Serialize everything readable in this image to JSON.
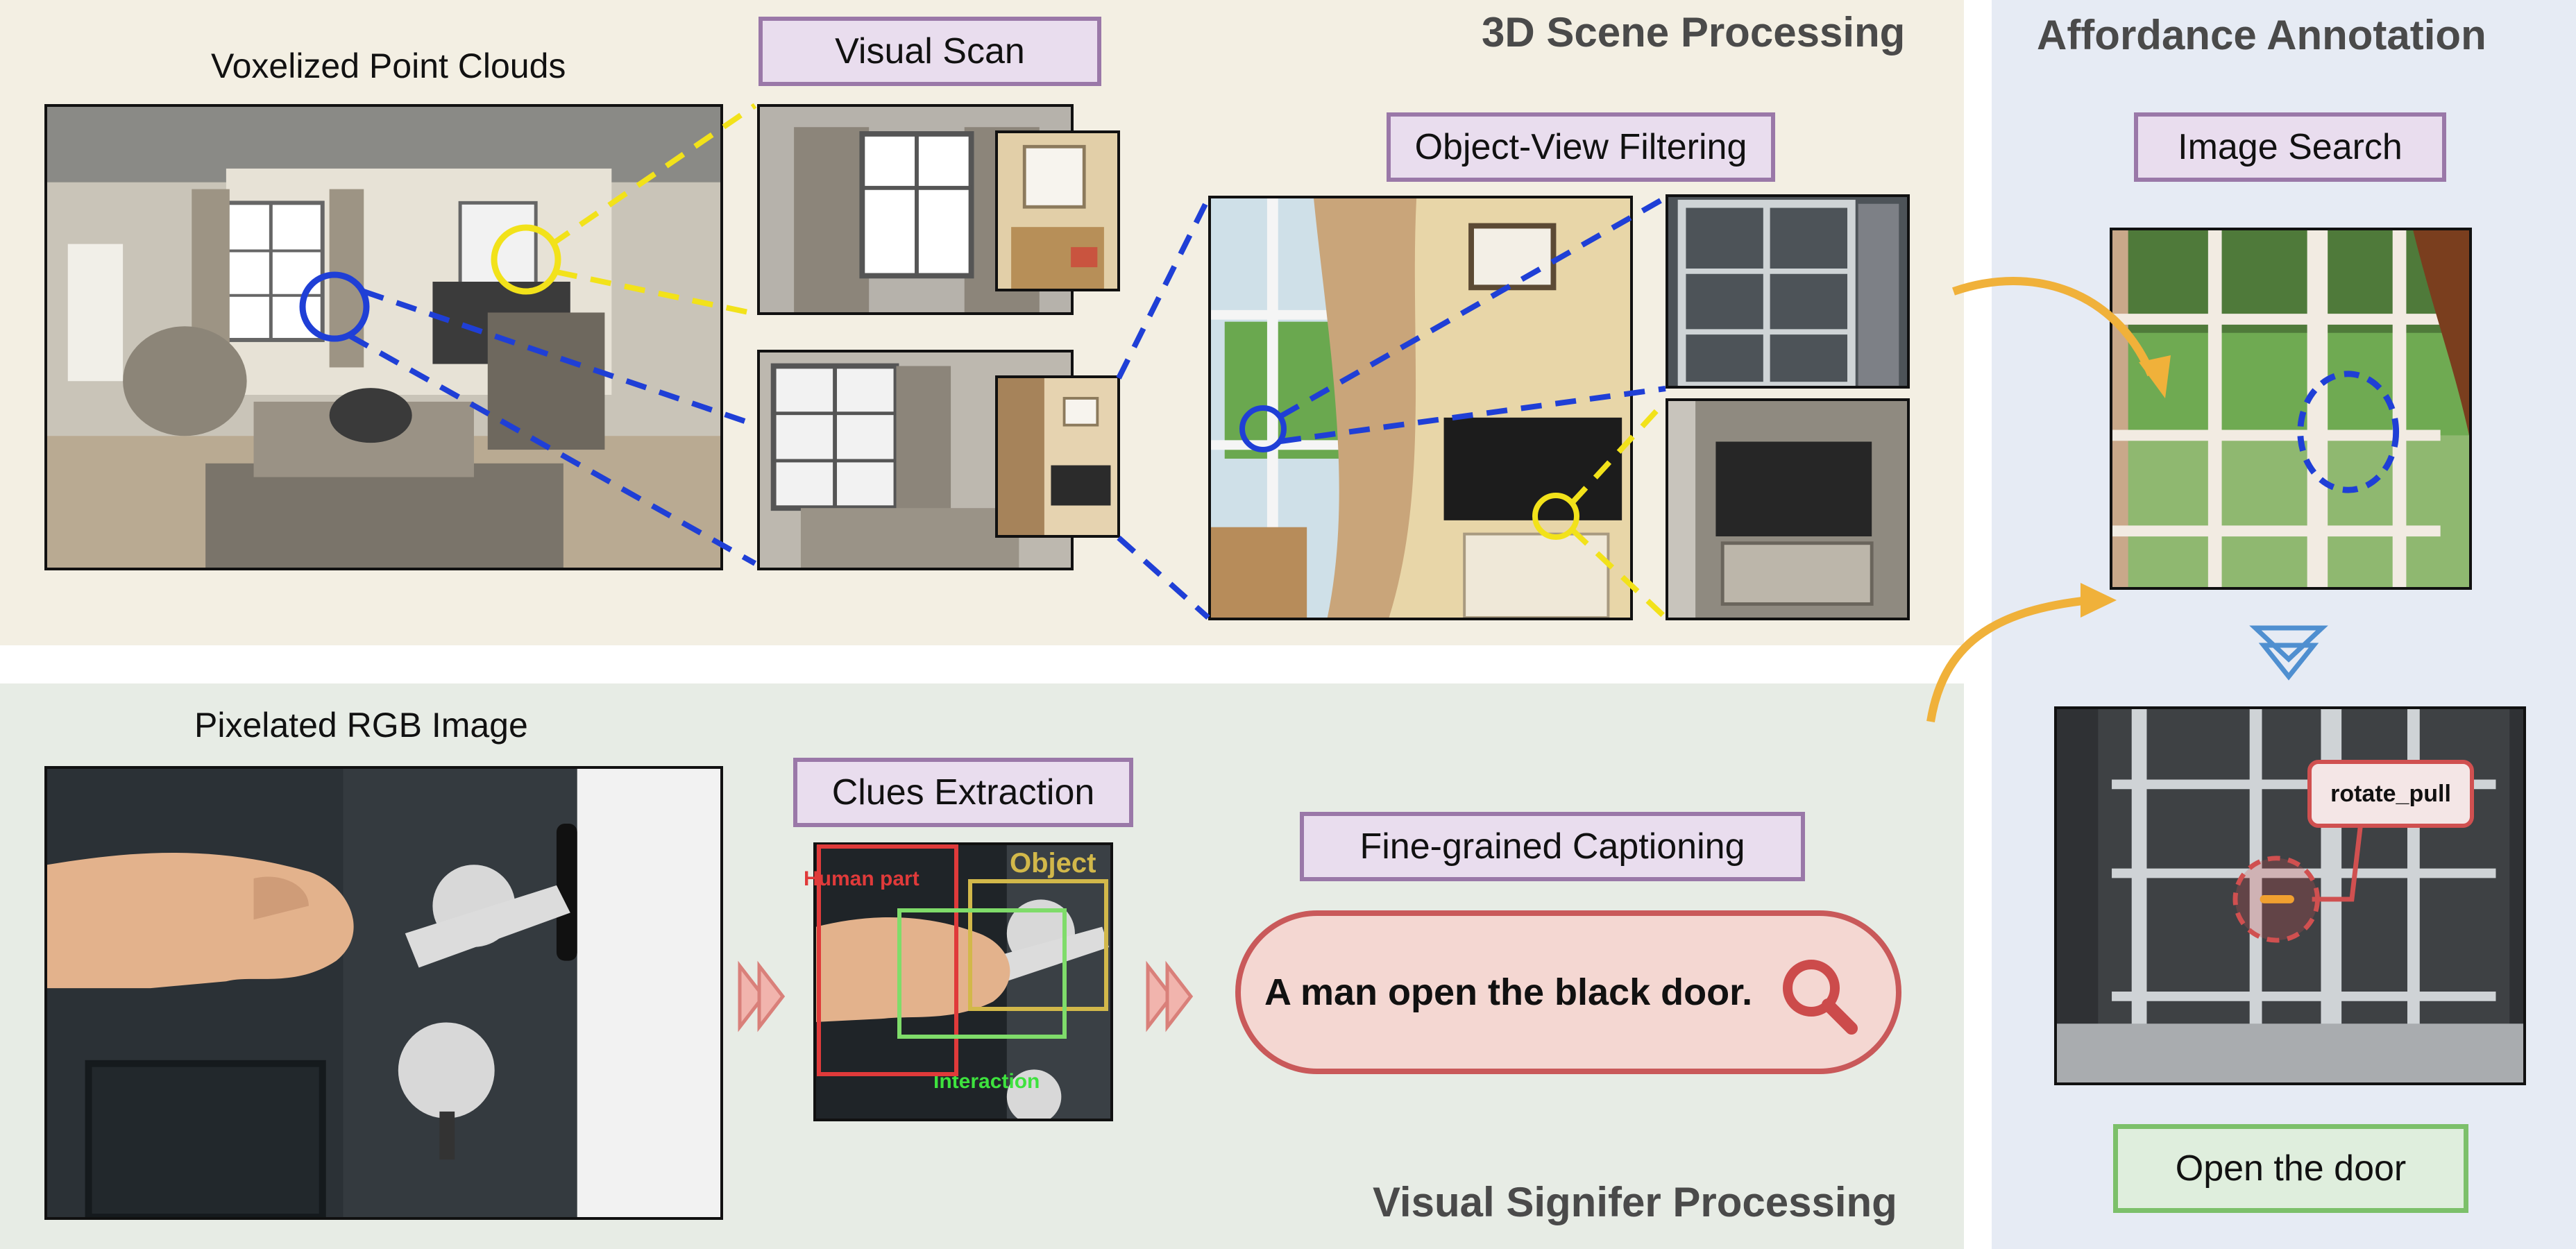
{
  "sections": {
    "scene_title": "3D Scene Processing",
    "signifier_title": "Visual Signifer Processing",
    "affordance_title": "Affordance Annotation"
  },
  "labels": {
    "voxelized": "Voxelized Point Clouds",
    "pixelated": "Pixelated RGB Image"
  },
  "tags": {
    "visual_scan": "Visual Scan",
    "object_view": "Object-View Filtering",
    "image_search": "Image Search",
    "clues": "Clues Extraction",
    "captioning": "Fine-grained Captioning"
  },
  "clue_boxes": {
    "human_part": "Human part",
    "object": "Object",
    "interaction": "Interaction"
  },
  "caption": "A man open the black door.",
  "affordance": {
    "action_label": "rotate_pull",
    "instruction": "Open the door"
  },
  "colors": {
    "scene_bg": "#f3efe3",
    "signifier_bg": "#e7ece5",
    "affordance_bg": "#e6ebf4",
    "tag_fill": "#e9ddee",
    "tag_border": "#9a78a8",
    "blue_marker": "#1f3fd6",
    "yellow_marker": "#f2e21a",
    "orange_arrow": "#f0b13a",
    "caption_border": "#c9595a"
  },
  "icons": [
    "search-icon",
    "double-chevron-icon",
    "triangle-down-icon",
    "curved-arrow-icon"
  ]
}
